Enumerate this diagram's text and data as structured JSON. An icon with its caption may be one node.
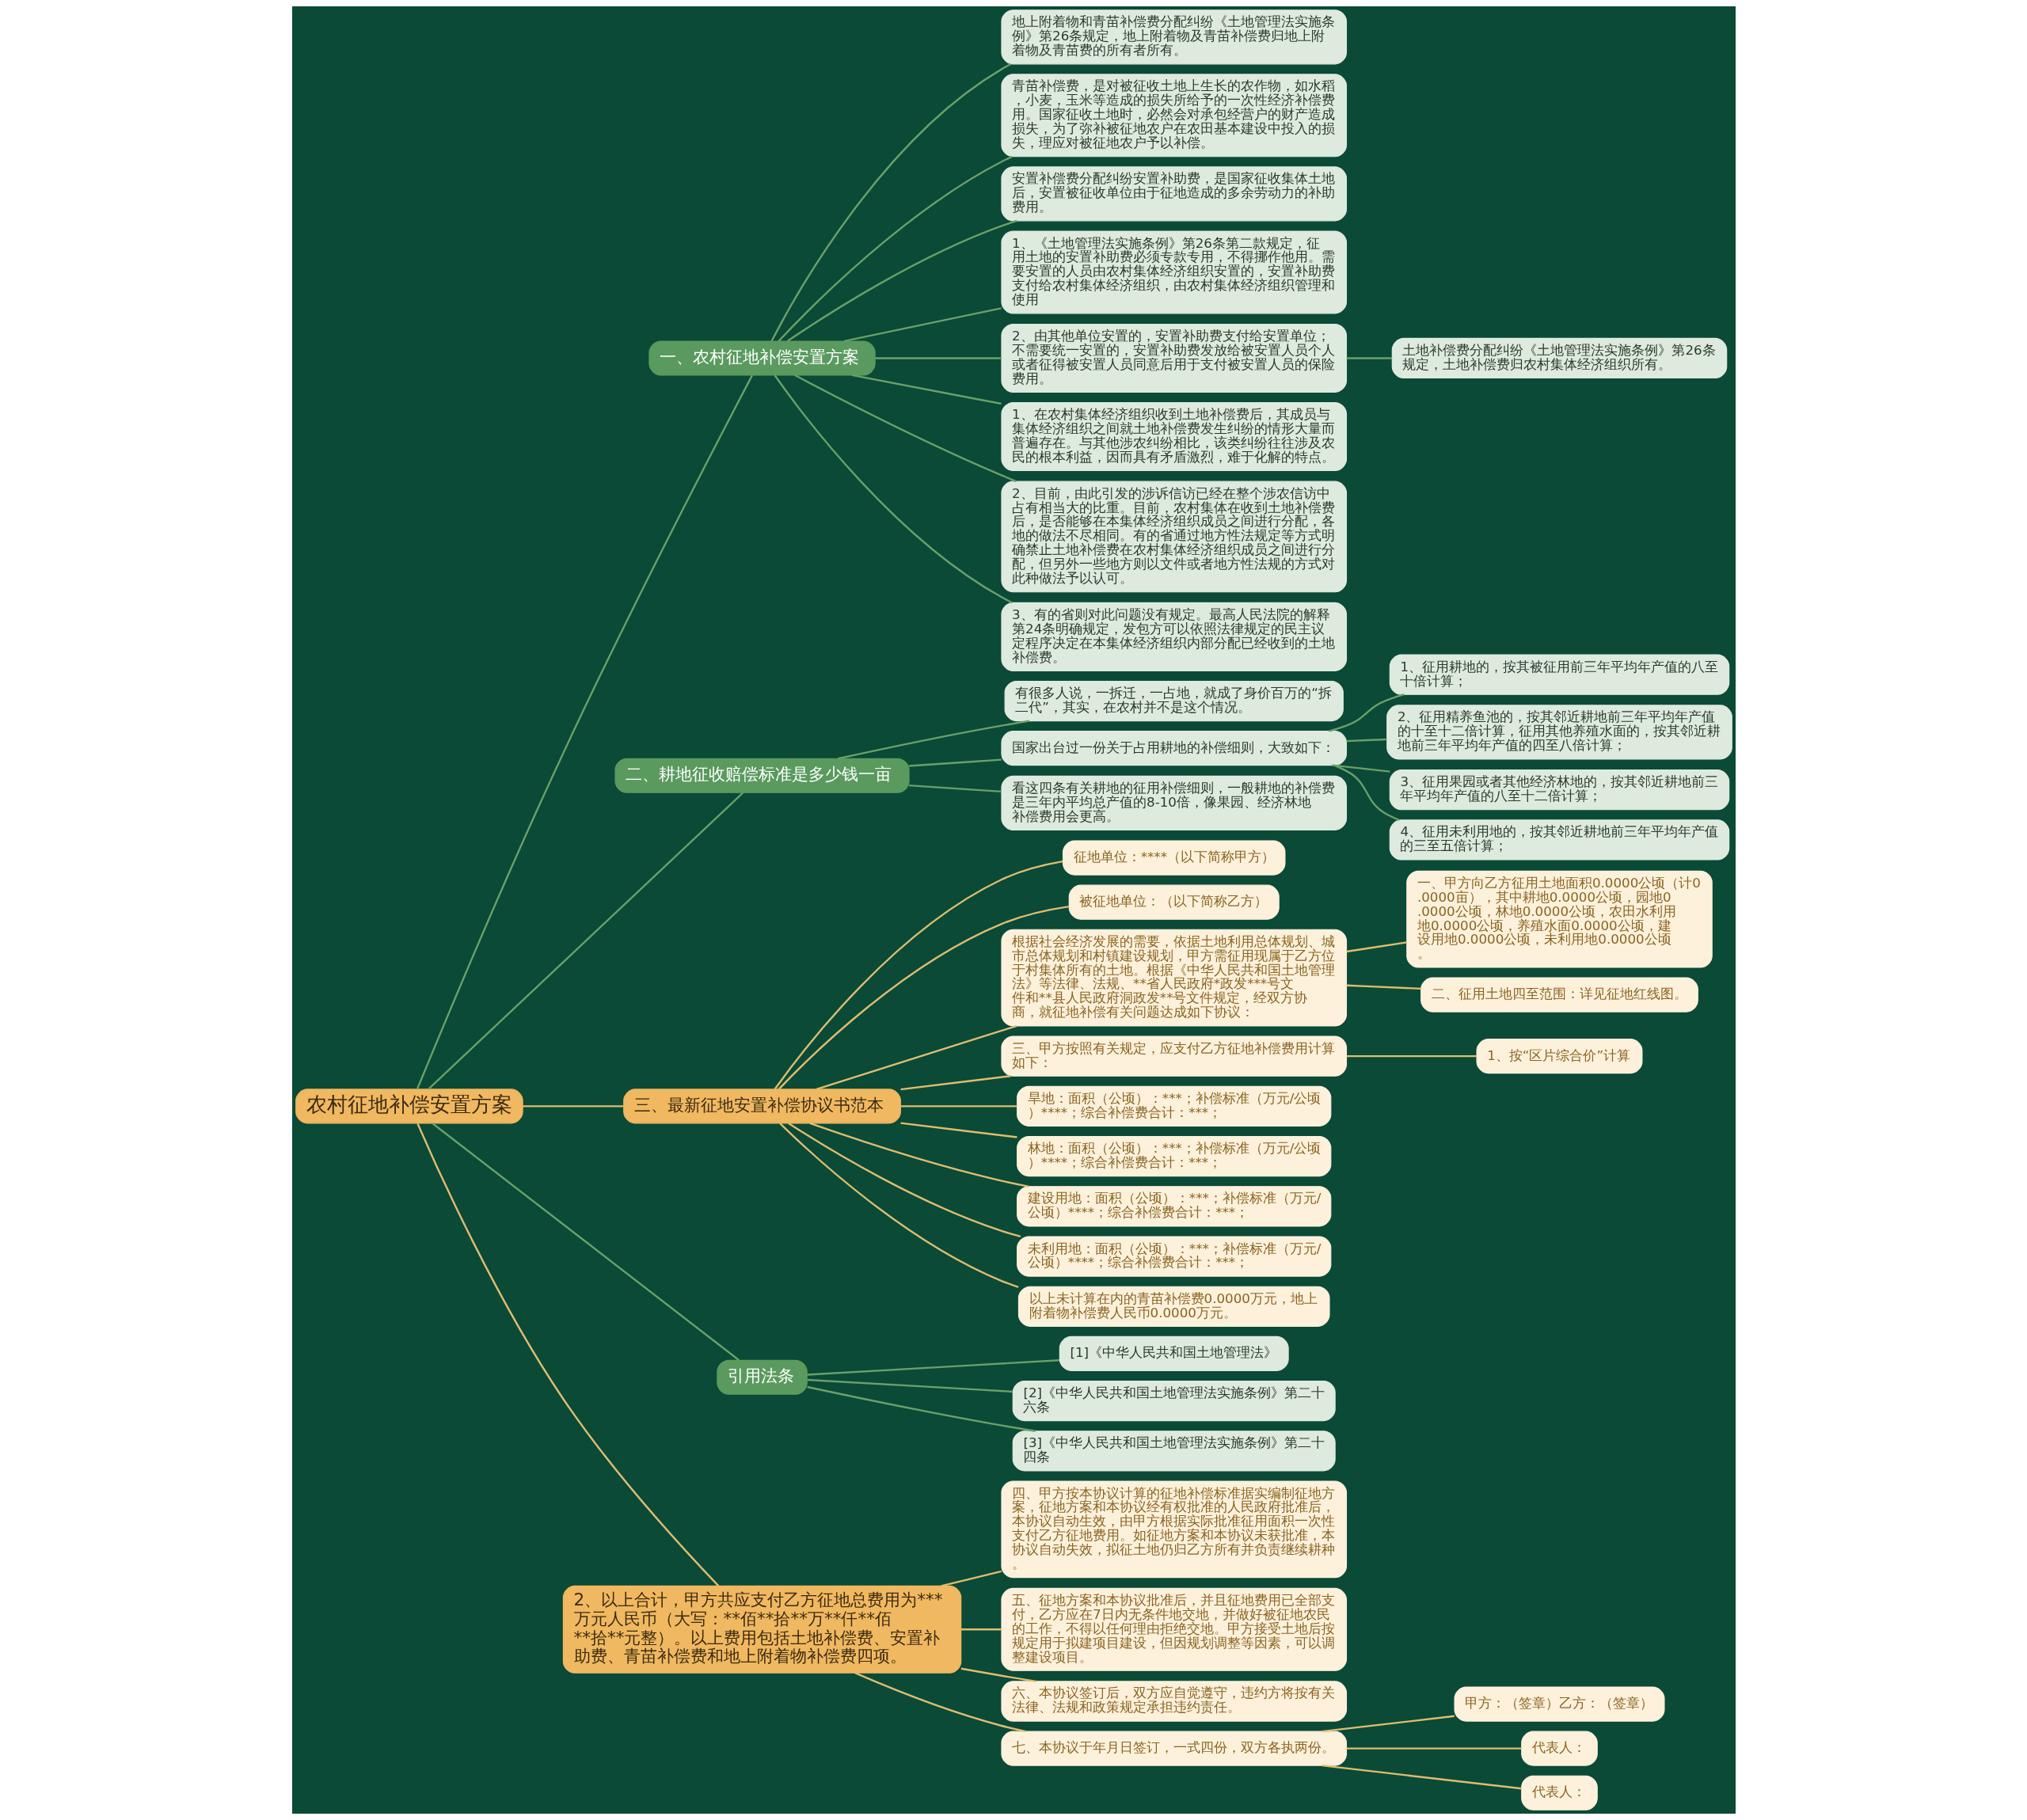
{
  "diagram": {
    "nodes": [
      {
        "text": [
          "农村征地补偿安置方案"
        ]
      },
      {
        "text": [
          "一、农村征地补偿安置方案"
        ]
      },
      {
        "text": [
          "地上附着物和青苗补偿费分配纠纷《土地管理法实施条例》第26条规定，地上附着物及青苗补偿费归地上附着物及青苗费的所有者所有。"
        ]
      },
      {
        "text": [
          "青苗补偿费，是对被征收土地上生长的农作物，如水稻，小麦，玉米等造成的损失所给予的一次性经济补偿费用。国家征收土地时，必然会对承包经营户的财产造成损失，为了弥补被征地农户在农田基本建设中投入的损失，理应对被征地农户予以补偿。"
        ]
      },
      {
        "text": [
          "安置补偿费分配纠纷安置补助费，是国家征收集体土地后，安置被征收单位由于征地造成的多余劳动力的补助费用。"
        ]
      },
      {
        "text": [
          "1、《土地管理法实施条例》第26条第二款规定，征用土地的安置补助费必须专款专用，不得挪作他用。需要安置的人员由农村集体经济组织安置的，安置补助费支付给农村集体经济组织，由农村集体经济组织管理和使用"
        ]
      },
      {
        "text": [
          "2、由其他单位安置的，安置补助费支付给安置单位；不需要统一安置的，安置补助费发放给被安置人员个人或者征得被安置人员同意后用于支付被安置人员的保险费用。"
        ]
      },
      {
        "text": [
          "1、在农村集体经济组织收到土地补偿费后，其成员与集体经济组织之间就土地补偿费发生纠纷的情形大量而普遍存在。与其他涉农纠纷相比，该类纠纷往往涉及农民的根本利益，因而具有矛盾激烈，难于化解的特点。"
        ]
      },
      {
        "text": [
          "2、目前，由此引发的涉诉信访已经在整个涉农信访中占有相当大的比重。目前，农村集体在收到土地补偿费后，是否能够在本集体经济组织成员之间进行分配，各地的做法不尽相同。有的省通过地方性法规定等方式明确禁止土地补偿费在农村集体经济组织成员之间进行分配，但另外一些地方则以文件或者地方性法规的方式对此种做法予以认可。"
        ]
      },
      {
        "text": [
          "3、有的省则对此问题没有规定。最高人民法院的解释第24条明确规定，发包方可以依照法律规定的民主议定程序决定在本集体经济组织内部分配已经收到的土地补偿费。"
        ]
      },
      {
        "text": [
          "土地补偿费分配纠纷《土地管理法实施条例》第26条规定，土地补偿费归农村集体经济组织所有。"
        ]
      },
      {
        "text": [
          "二、耕地征收赔偿标准是多少钱一亩"
        ]
      },
      {
        "text": [
          "有很多人说，一拆迁，一占地，就成了身价百万的“拆二代”，其实，在农村并不是这个情况。"
        ]
      },
      {
        "text": [
          "国家出台过一份关于占用耕地的补偿细则，大致如下："
        ]
      },
      {
        "text": [
          "1、征用耕地的，按其被征用前三年平均年产值的八至十倍计算；"
        ]
      },
      {
        "text": [
          "2、征用精养鱼池的，按其邻近耕地前三年平均年产值的十至十二倍计算，征用其他养殖水面的，按其邻近耕地前三年平均年产值的四至八倍计算；"
        ]
      },
      {
        "text": [
          "3、征用果园或者其他经济林地的，按其邻近耕地前三年平均年产值的八至十二倍计算；"
        ]
      },
      {
        "text": [
          "4、征用未利用地的，按其邻近耕地前三年平均年产值的三至五倍计算；"
        ]
      },
      {
        "text": [
          "看这四条有关耕地的征用补偿细则，一般耕地的补偿费是三年内平均总产值的8-10倍，像果园、经济林地补偿费用会更高。"
        ]
      },
      {
        "text": [
          "三、最新征地安置补偿协议书范本"
        ]
      },
      {
        "text": [
          "征地单位：****（以下简称甲方）"
        ]
      },
      {
        "text": [
          "被征地单位：（以下简称乙方）"
        ]
      },
      {
        "text": [
          "根据社会经济发展的需要，依据土地利用总体规划、城市总体规划和村镇建设规划，甲方需征用现属于乙方位于村集体所有的土地。根据《中华人民共和国土地管理法》等法律、法规、**省人民政府*政发***号文件和**县人民政府洞政发**号文件规定，经双方协商，就征地补偿有关问题达成如下协议："
        ]
      },
      {
        "text": [
          "一、甲方向乙方征用土地面积0.0000公顷（计0.0000亩），其中耕地0.0000公顷，园地0.0000公顷，林地0.0000公顷，农田水利用地0.0000公顷，养殖水面0.0000公顷，建设用地0.0000公顷，未利用地0.0000公顷。"
        ]
      },
      {
        "text": [
          "二、征用土地四至范围：详见征地红线图。"
        ]
      },
      {
        "text": [
          "三、甲方按照有关规定，应支付乙方征地补偿费用计算如下："
        ]
      },
      {
        "text": [
          "1、按“区片综合价”计算"
        ]
      },
      {
        "text": [
          "旱地：面积（公顷）：***；补偿标准（万元/公顷）****；综合补偿费合计：***；"
        ]
      },
      {
        "text": [
          "林地：面积（公顷）：***；补偿标准（万元/公顷）****；综合补偿费合计：***；"
        ]
      },
      {
        "text": [
          "建设用地：面积（公顷）：***；补偿标准（万元/公顷）****；综合补偿费合计：***；"
        ]
      },
      {
        "text": [
          "未利用地：面积（公顷）：***；补偿标准（万元/公顷）****；综合补偿费合计：***；"
        ]
      },
      {
        "text": [
          "以上未计算在内的青苗补偿费0.0000万元，地上附着物补偿费人民币0.0000万元。"
        ]
      },
      {
        "text": [
          "引用法条"
        ]
      },
      {
        "text": [
          "[1]《中华人民共和国土地管理法》"
        ]
      },
      {
        "text": [
          "[2]《中华人民共和国土地管理法实施条例》第二十六条"
        ]
      },
      {
        "text": [
          "[3]《中华人民共和国土地管理法实施条例》第二十四条"
        ]
      },
      {
        "text": [
          "2、以上合计，甲方共应支付乙方征地总费用为***万元人民币（大写：**佰**拾**万**仟**佰**拾**元整）。以上费用包括土地补偿费、安置补助费、青苗补偿费和地上附着物补偿费四项。"
        ]
      },
      {
        "text": [
          "四、甲方按本协议计算的征地补偿标准据实编制征地方案，征地方案和本协议经有权批准的人民政府批准后，本协议自动生效，由甲方根据实际批准征用面积一次性支付乙方征地费用。如征地方案和本协议未获批准，本协议自动失效，拟征土地仍归乙方所有并负责继续耕种。"
        ]
      },
      {
        "text": [
          "五、征地方案和本协议批准后，并且征地费用已全部支付，乙方应在7日内无条件地交地，并做好被征地农民的工作，不得以任何理由拒绝交地。甲方接受土地后按规定用于拟建项目建设，但因规划调整等因素，可以调整建设项目。"
        ]
      },
      {
        "text": [
          "六、本协议签订后，双方应自觉遵守，违约方将按有关法律、法规和政策规定承担违约责任。"
        ]
      },
      {
        "text": [
          "七、本协议于年月日签订，一式四份，双方各执两份。"
        ]
      },
      {
        "text": [
          "甲方：（签章）乙方：（签章）"
        ]
      },
      {
        "text": [
          "代表人："
        ]
      },
      {
        "text": [
          "代表人："
        ]
      }
    ],
    "edges": [
      {
        "from": 0,
        "to": 1,
        "arrow": "none"
      },
      {
        "from": 1,
        "to": 2,
        "arrow": "none"
      },
      {
        "from": 1,
        "to": 3,
        "arrow": "none"
      },
      {
        "from": 1,
        "to": 4,
        "arrow": "none"
      },
      {
        "from": 1,
        "to": 5,
        "arrow": "none"
      },
      {
        "from": 1,
        "to": 6,
        "arrow": "none"
      },
      {
        "from": 1,
        "to": 7,
        "arrow": "none"
      },
      {
        "from": 1,
        "to": 8,
        "arrow": "none"
      },
      {
        "from": 1,
        "to": 9,
        "arrow": "none"
      },
      {
        "from": 6,
        "to": 10,
        "arrow": "none"
      },
      {
        "from": 0,
        "to": 11,
        "arrow": "none"
      },
      {
        "from": 11,
        "to": 12,
        "arrow": "none"
      },
      {
        "from": 11,
        "to": 13,
        "arrow": "none"
      },
      {
        "from": 11,
        "to": 18,
        "arrow": "none"
      },
      {
        "from": 13,
        "to": 14,
        "arrow": "none"
      },
      {
        "from": 13,
        "to": 15,
        "arrow": "none"
      },
      {
        "from": 13,
        "to": 16,
        "arrow": "none"
      },
      {
        "from": 13,
        "to": 17,
        "arrow": "none"
      },
      {
        "from": 0,
        "to": 19,
        "arrow": "none",
        "color": "#e0bc70"
      },
      {
        "from": 19,
        "to": 20,
        "arrow": "none",
        "color": "#e0bc70"
      },
      {
        "from": 19,
        "to": 21,
        "arrow": "none",
        "color": "#e0bc70"
      },
      {
        "from": 19,
        "to": 22,
        "arrow": "none",
        "color": "#e0bc70"
      },
      {
        "from": 22,
        "to": 23,
        "arrow": "none",
        "color": "#e0bc70"
      },
      {
        "from": 22,
        "to": 24,
        "arrow": "none",
        "color": "#e0bc70"
      },
      {
        "from": 19,
        "to": 25,
        "arrow": "none",
        "color": "#e0bc70"
      },
      {
        "from": 25,
        "to": 26,
        "arrow": "none",
        "color": "#e0bc70"
      },
      {
        "from": 19,
        "to": 27,
        "arrow": "none",
        "color": "#e0bc70"
      },
      {
        "from": 19,
        "to": 28,
        "arrow": "none",
        "color": "#e0bc70"
      },
      {
        "from": 19,
        "to": 29,
        "arrow": "none",
        "color": "#e0bc70"
      },
      {
        "from": 19,
        "to": 30,
        "arrow": "none",
        "color": "#e0bc70"
      },
      {
        "from": 19,
        "to": 31,
        "arrow": "none",
        "color": "#e0bc70"
      },
      {
        "from": 0,
        "to": 32,
        "arrow": "none"
      },
      {
        "from": 32,
        "to": 33,
        "arrow": "none"
      },
      {
        "from": 32,
        "to": 34,
        "arrow": "none"
      },
      {
        "from": 32,
        "to": 35,
        "arrow": "none"
      },
      {
        "from": 0,
        "to": 36,
        "arrow": "none",
        "color": "#e0bc70"
      },
      {
        "from": 36,
        "to": 37,
        "arrow": "none",
        "color": "#e0bc70"
      },
      {
        "from": 36,
        "to": 38,
        "arrow": "none",
        "color": "#e0bc70"
      },
      {
        "from": 36,
        "to": 39,
        "arrow": "none",
        "color": "#e0bc70"
      },
      {
        "from": 36,
        "to": 40,
        "arrow": "none",
        "color": "#e0bc70"
      },
      {
        "from": 40,
        "to": 41,
        "arrow": "none",
        "color": "#e0bc70"
      },
      {
        "from": 40,
        "to": 42,
        "arrow": "none",
        "color": "#e0bc70"
      },
      {
        "from": 40,
        "to": 43,
        "arrow": "none",
        "color": "#e0bc70"
      }
    ]
  }
}
